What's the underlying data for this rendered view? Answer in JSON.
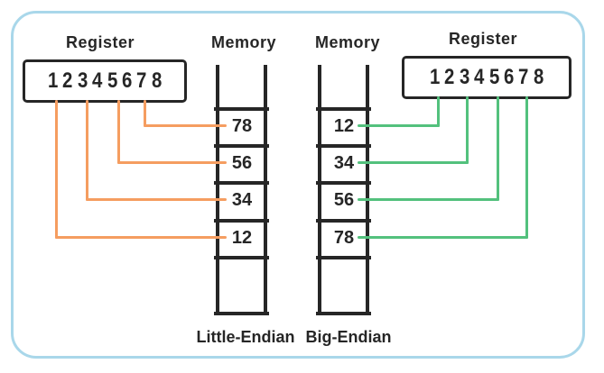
{
  "colors": {
    "frame": "#a9d7ea",
    "ink": "#262626",
    "little_endian_connector": "#f59d60",
    "big_endian_connector": "#53c17d"
  },
  "left_panel": {
    "register_label": "Register",
    "memory_label": "Memory",
    "register_digits": [
      "1",
      "2",
      "3",
      "4",
      "5",
      "6",
      "7",
      "8"
    ],
    "memory_cells": [
      "78",
      "56",
      "34",
      "12"
    ],
    "caption": "Little-Endian"
  },
  "right_panel": {
    "memory_label": "Memory",
    "register_label": "Register",
    "register_digits": [
      "1",
      "2",
      "3",
      "4",
      "5",
      "6",
      "7",
      "8"
    ],
    "memory_cells": [
      "12",
      "34",
      "56",
      "78"
    ],
    "caption": "Big-Endian"
  }
}
